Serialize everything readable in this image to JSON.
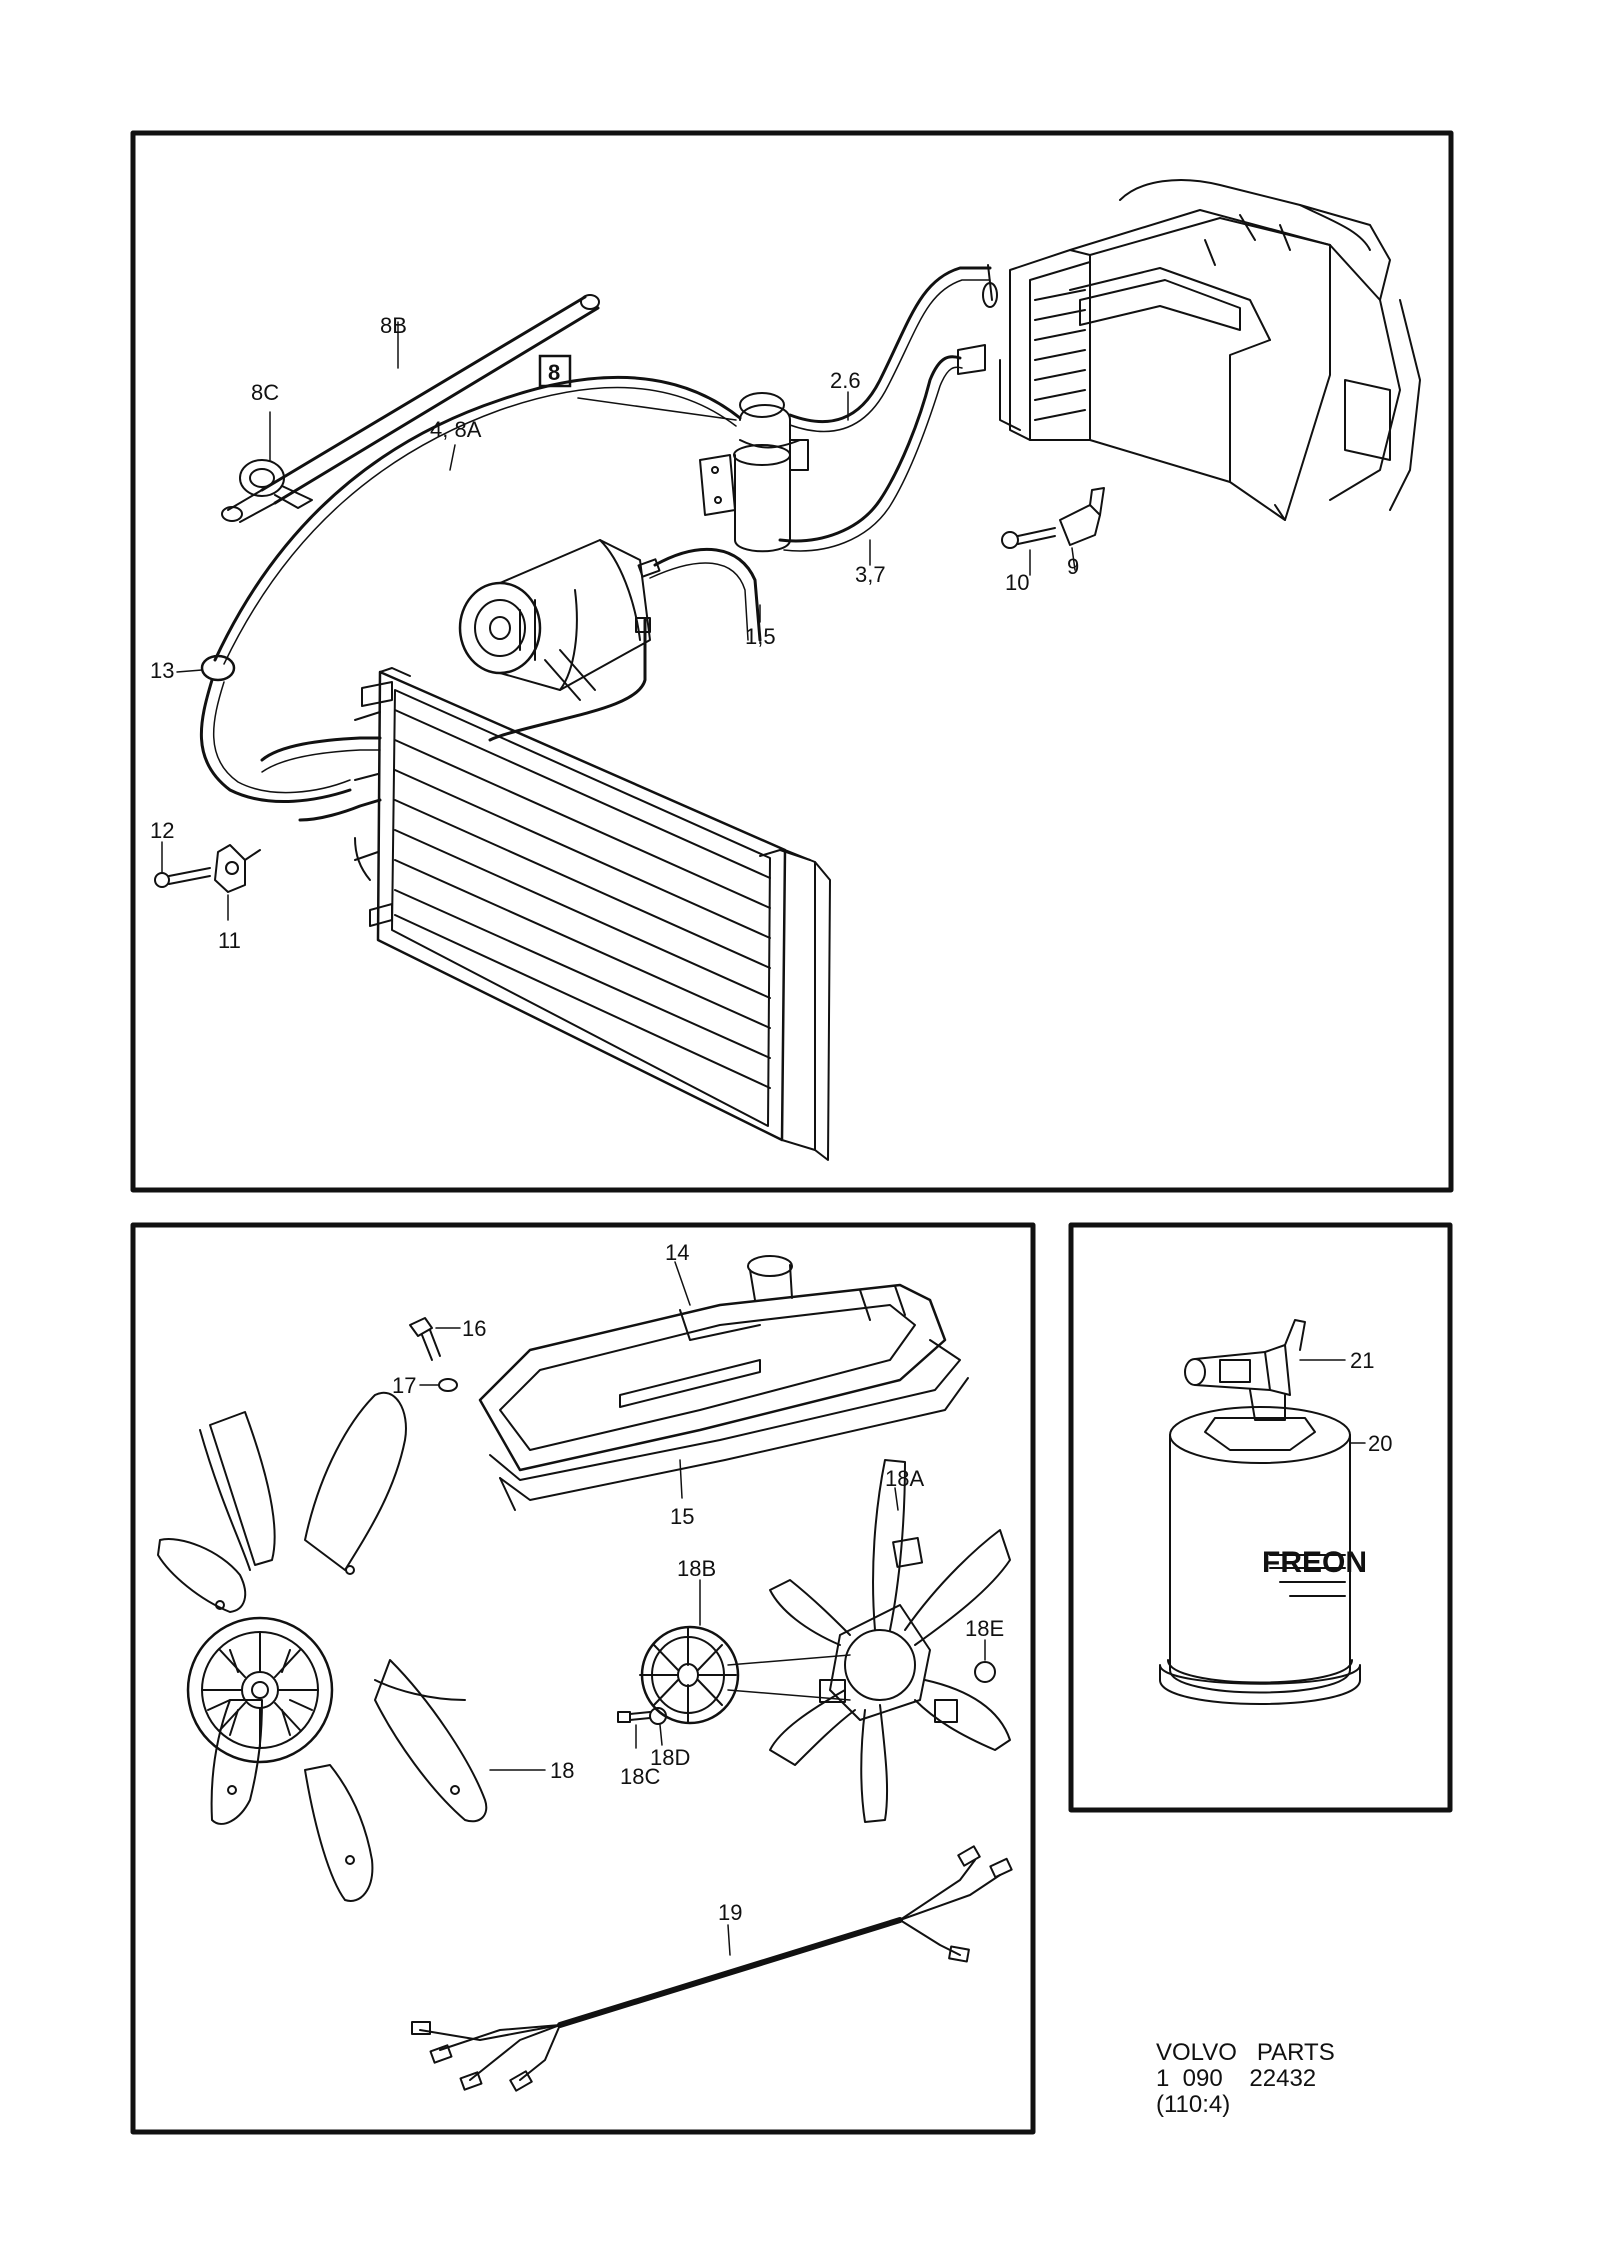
{
  "labels": {
    "l8b": "8B",
    "l8c": "8C",
    "l8box": "8",
    "l48a": "4, 8A",
    "l26": "2.6",
    "l37": "3,7",
    "l15": "1,5",
    "l9": "9",
    "l10": "10",
    "l13": "13",
    "l12": "12",
    "l11": "11",
    "l14": "14",
    "l16": "16",
    "l17": "17",
    "l15b": "15",
    "l18a": "18A",
    "l18b": "18B",
    "l18e": "18E",
    "l18": "18",
    "l18d": "18D",
    "l18c": "18C",
    "l19": "19",
    "l21": "21",
    "l20": "20"
  },
  "can_text": "FREON",
  "footer": {
    "line1": "VOLVO   PARTS",
    "line2": "1  090    22432",
    "line3": "(110:4)"
  }
}
